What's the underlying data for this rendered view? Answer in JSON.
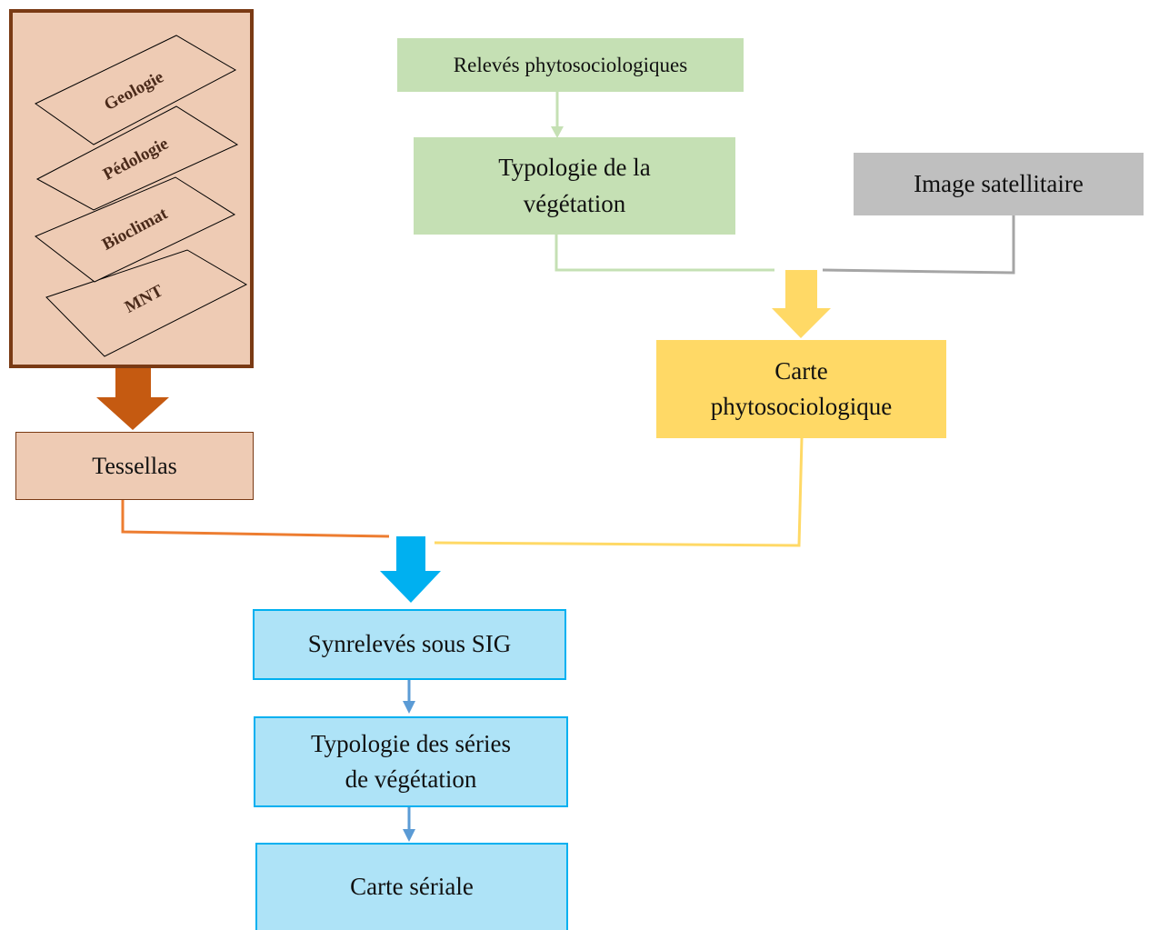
{
  "layers_panel": {
    "layers": [
      "Geologie",
      "Pédologie",
      "Bioclimat",
      "MNT"
    ]
  },
  "nodes": {
    "releves": "Relevés phytosociologiques",
    "typologie_vegetation": "Typologie de la\nvégétation",
    "image_satellitaire": "Image satellitaire",
    "carte_phyto": "Carte\nphytosociologique",
    "tessellas": "Tessellas",
    "synreleves": "Synrelevés sous SIG",
    "typologie_series": "Typologie des séries\nde végétation",
    "carte_seriale": "Carte sériale"
  },
  "colors": {
    "brown_fill": "#eecbb4",
    "brown_border": "#7a3a14",
    "brown_arrow": "#c55a11",
    "orange_line": "#ed7d31",
    "green_fill": "#c5e0b4",
    "gray_fill": "#bfbfbf",
    "gray_line": "#a5a5a5",
    "yellow_fill": "#ffd966",
    "yellow_arrow": "#ffd966",
    "blue_fill": "#aee3f7",
    "blue_border": "#00b0f0",
    "blue_arrow": "#00b0f0",
    "small_arrow": "#5b9bd5"
  }
}
